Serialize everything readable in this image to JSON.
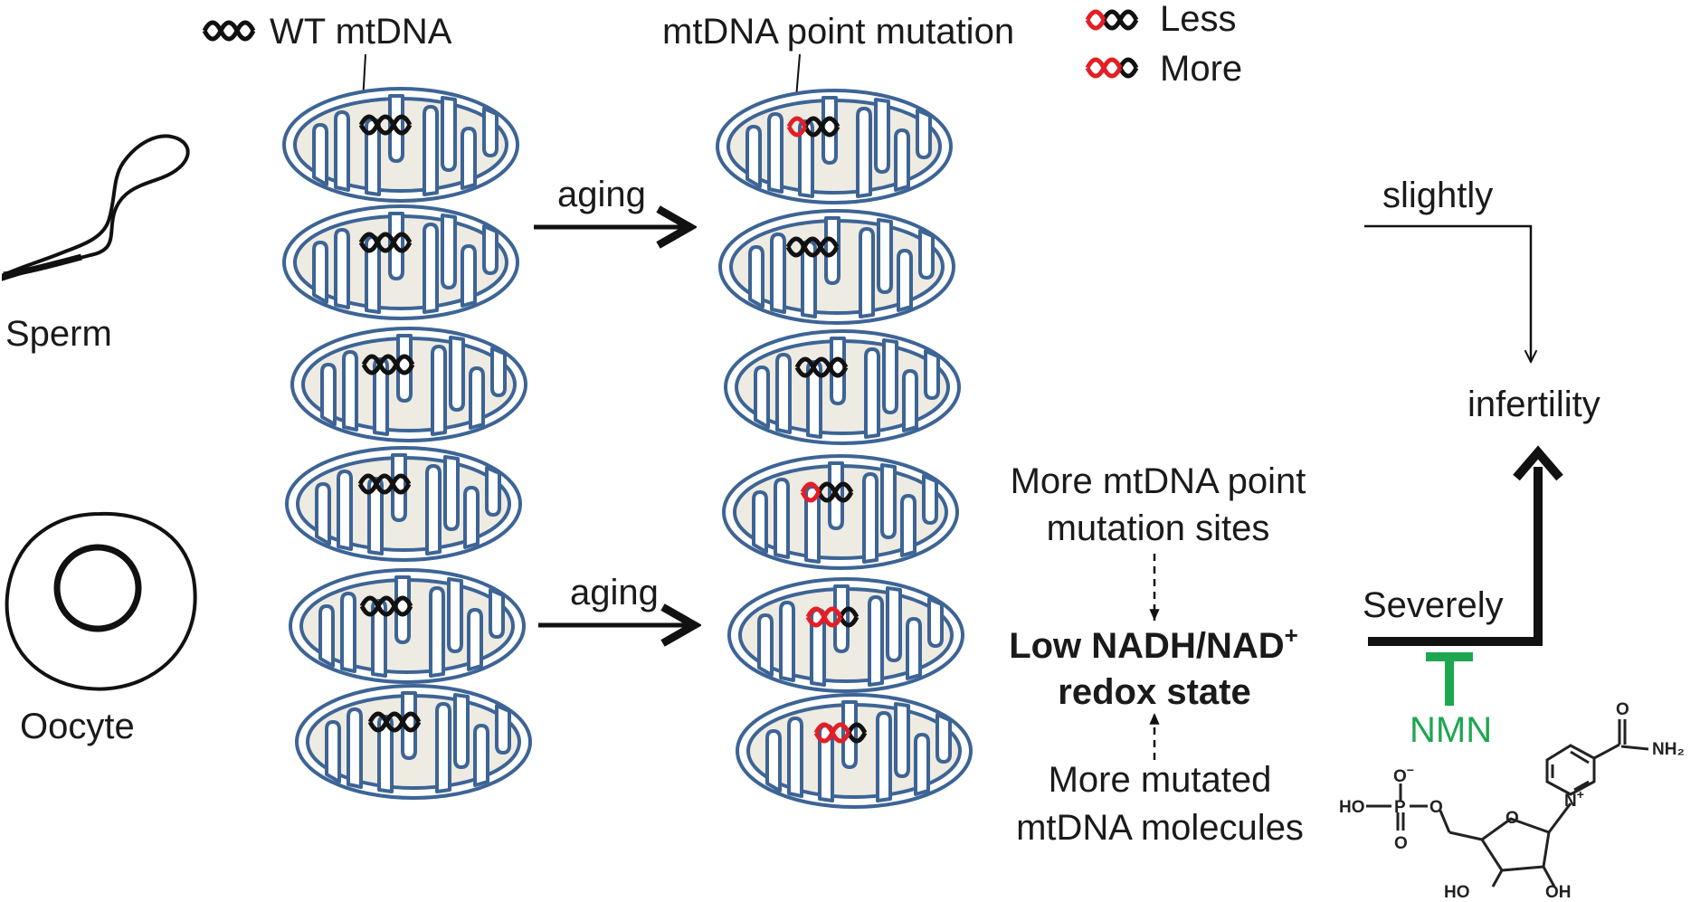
{
  "legend": {
    "wt_mtdna": "WT mtDNA",
    "mutation": "mtDNA point mutation",
    "less": "Less",
    "more": "More"
  },
  "cells": {
    "sperm": "Sperm",
    "oocyte": "Oocyte"
  },
  "arrows": {
    "aging_top": "aging",
    "aging_bottom": "aging"
  },
  "mechanism": {
    "sites_line1": "More mtDNA point",
    "sites_line2": "mutation sites",
    "redox_line1": "Low NADH/NAD",
    "redox_sup": "+",
    "redox_line2": "redox state",
    "molecules_line1": "More mutated",
    "molecules_line2": "mtDNA molecules"
  },
  "outcome": {
    "slightly": "slightly",
    "infertility": "infertility",
    "severely": "Severely"
  },
  "inhibitor": {
    "name": "NMN",
    "color": "#1fa651"
  },
  "nmn_structure": {
    "o_minus": "O",
    "o_sup": "−",
    "ho_p": "HO",
    "p": "P",
    "o_bridge": "O",
    "o_bottom": "O",
    "ring_o": "O",
    "n_plus": "N",
    "n_sup": "+",
    "carbonyl_o": "O",
    "nh2": "NH₂",
    "ho_left": "HO",
    "oh_right": "OH"
  },
  "colors": {
    "membrane": "#3d6495",
    "matrix": "#eeebe2",
    "mutation_red": "#e41e26",
    "dna_black": "#111111"
  }
}
